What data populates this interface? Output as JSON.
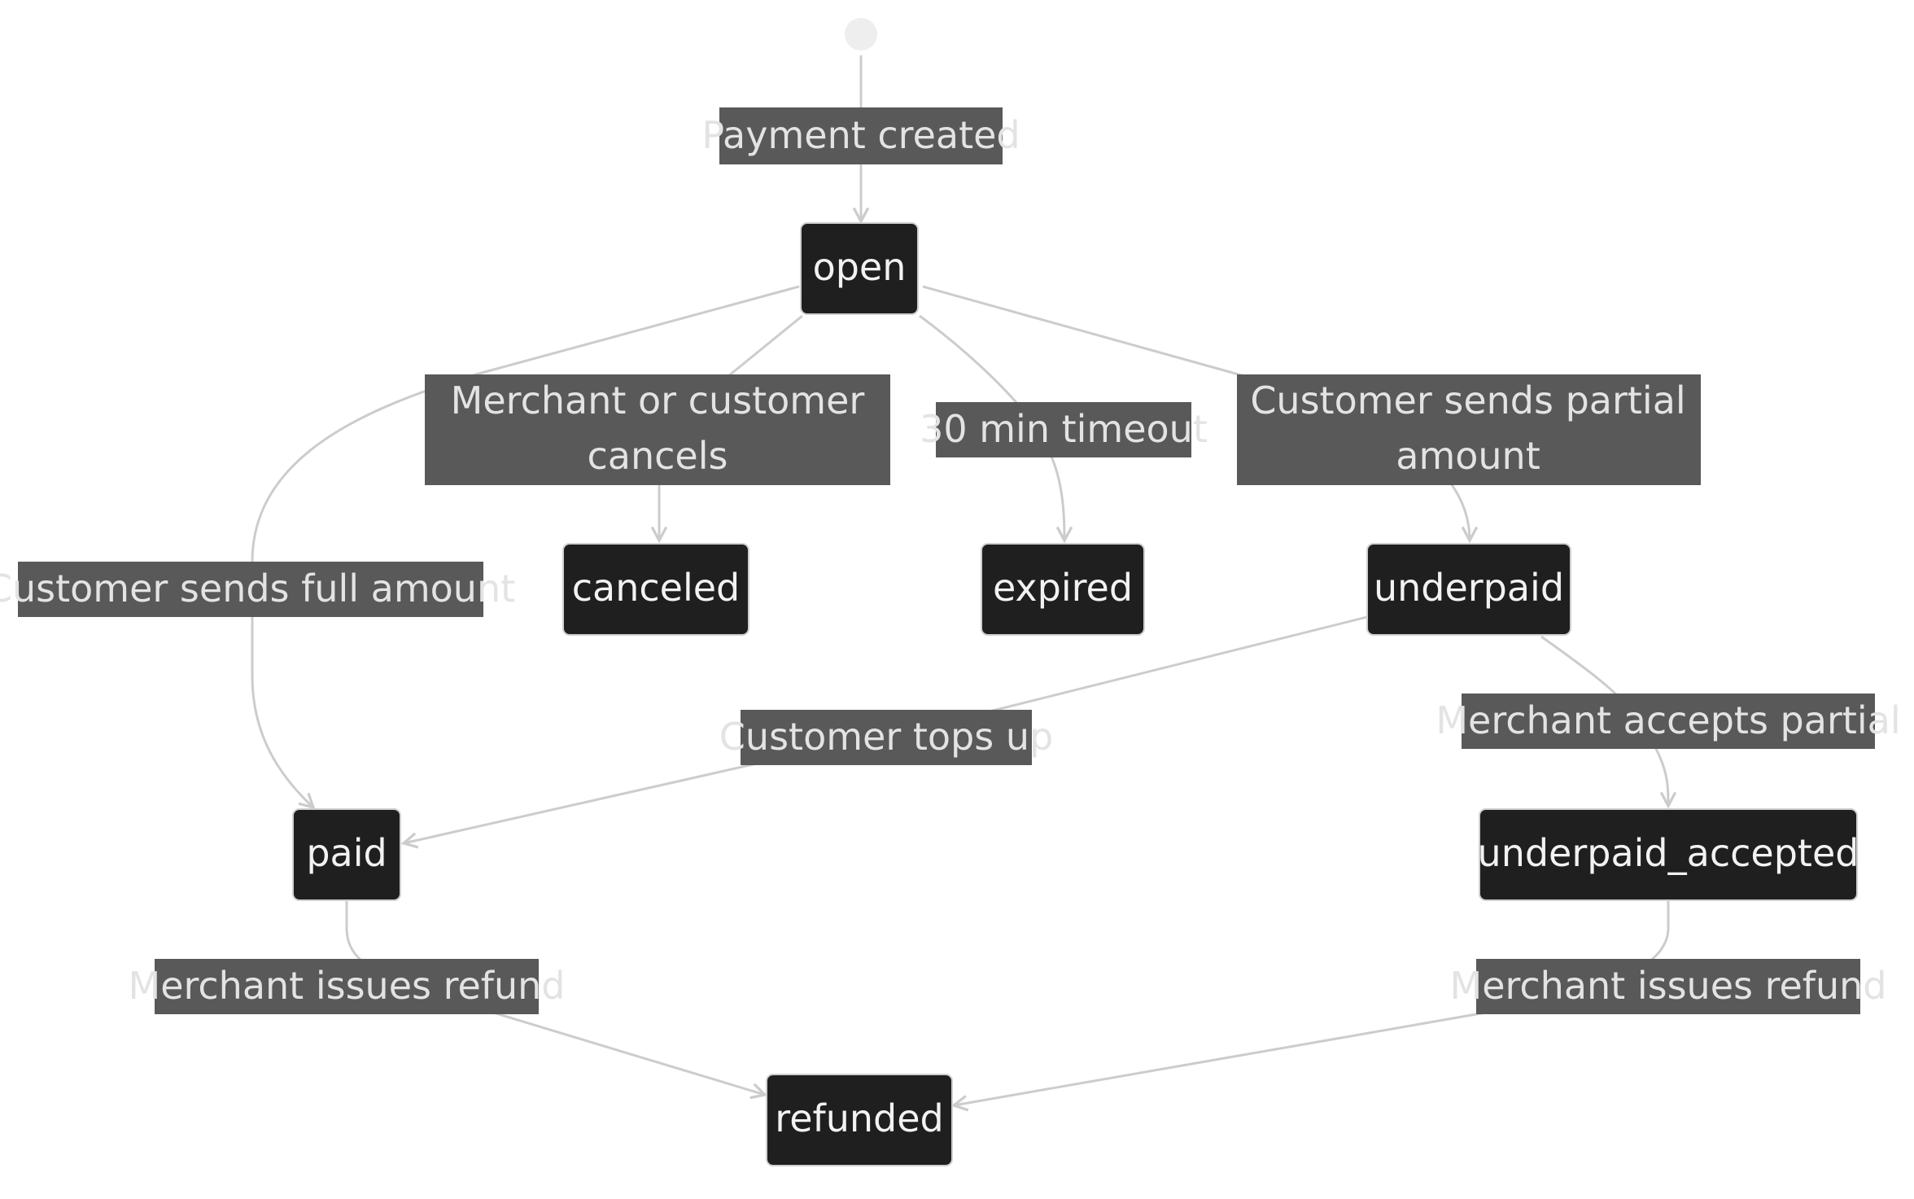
{
  "diagram": {
    "type": "state-diagram",
    "states": {
      "open": "open",
      "canceled": "canceled",
      "expired": "expired",
      "underpaid": "underpaid",
      "paid": "paid",
      "underpaid_accepted": "underpaid_accepted",
      "refunded": "refunded"
    },
    "transitions": {
      "payment_created": [
        "Payment created"
      ],
      "open_to_canceled": [
        "Merchant or customer",
        "cancels"
      ],
      "open_to_expired": [
        "30 min timeout"
      ],
      "open_to_underpaid": [
        "Customer sends partial",
        "amount"
      ],
      "open_to_paid": [
        "Customer sends full amount"
      ],
      "underpaid_to_paid": [
        "Customer tops up"
      ],
      "underpaid_to_accepted": [
        "Merchant accepts partial"
      ],
      "paid_to_refunded": [
        "Merchant issues refund"
      ],
      "accepted_to_refunded": [
        "Merchant issues refund"
      ]
    },
    "colors": {
      "state_fill": "#1f1f1f",
      "state_border": "#cfcfcf",
      "label_fill": "#595959",
      "edge": "#cccccc",
      "start": "#eeeeee"
    }
  }
}
